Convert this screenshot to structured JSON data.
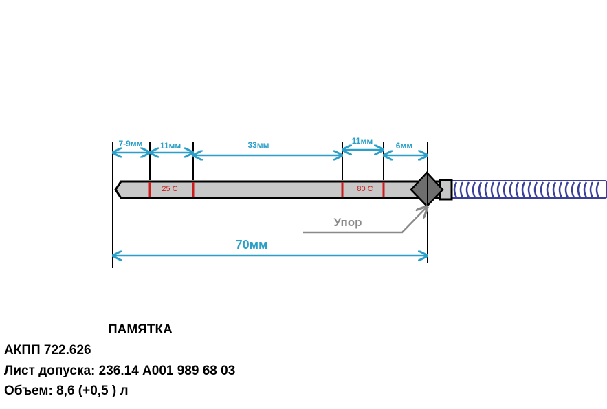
{
  "dimensions": {
    "seg1": "7-9мм",
    "seg2": "11мм",
    "seg3": "33мм",
    "seg4": "11мм",
    "seg5": "6мм",
    "total": "70мм"
  },
  "marks": {
    "low": "25 С",
    "high": "80 С"
  },
  "stop_label": "Упор",
  "memo": {
    "title": "ПАМЯТКА",
    "line1": "АКПП 722.626",
    "line2": "Лист допуска: 236.14 А001 989 68 03",
    "line3": "Объем: 8,6 (+0,5 ) л"
  },
  "colors": {
    "dimension": "#2b9fc8",
    "mark": "#cc1b1b",
    "rod": "#c8c8c8",
    "stop": "#6e6e6e",
    "cable": "#3a3f9a"
  }
}
